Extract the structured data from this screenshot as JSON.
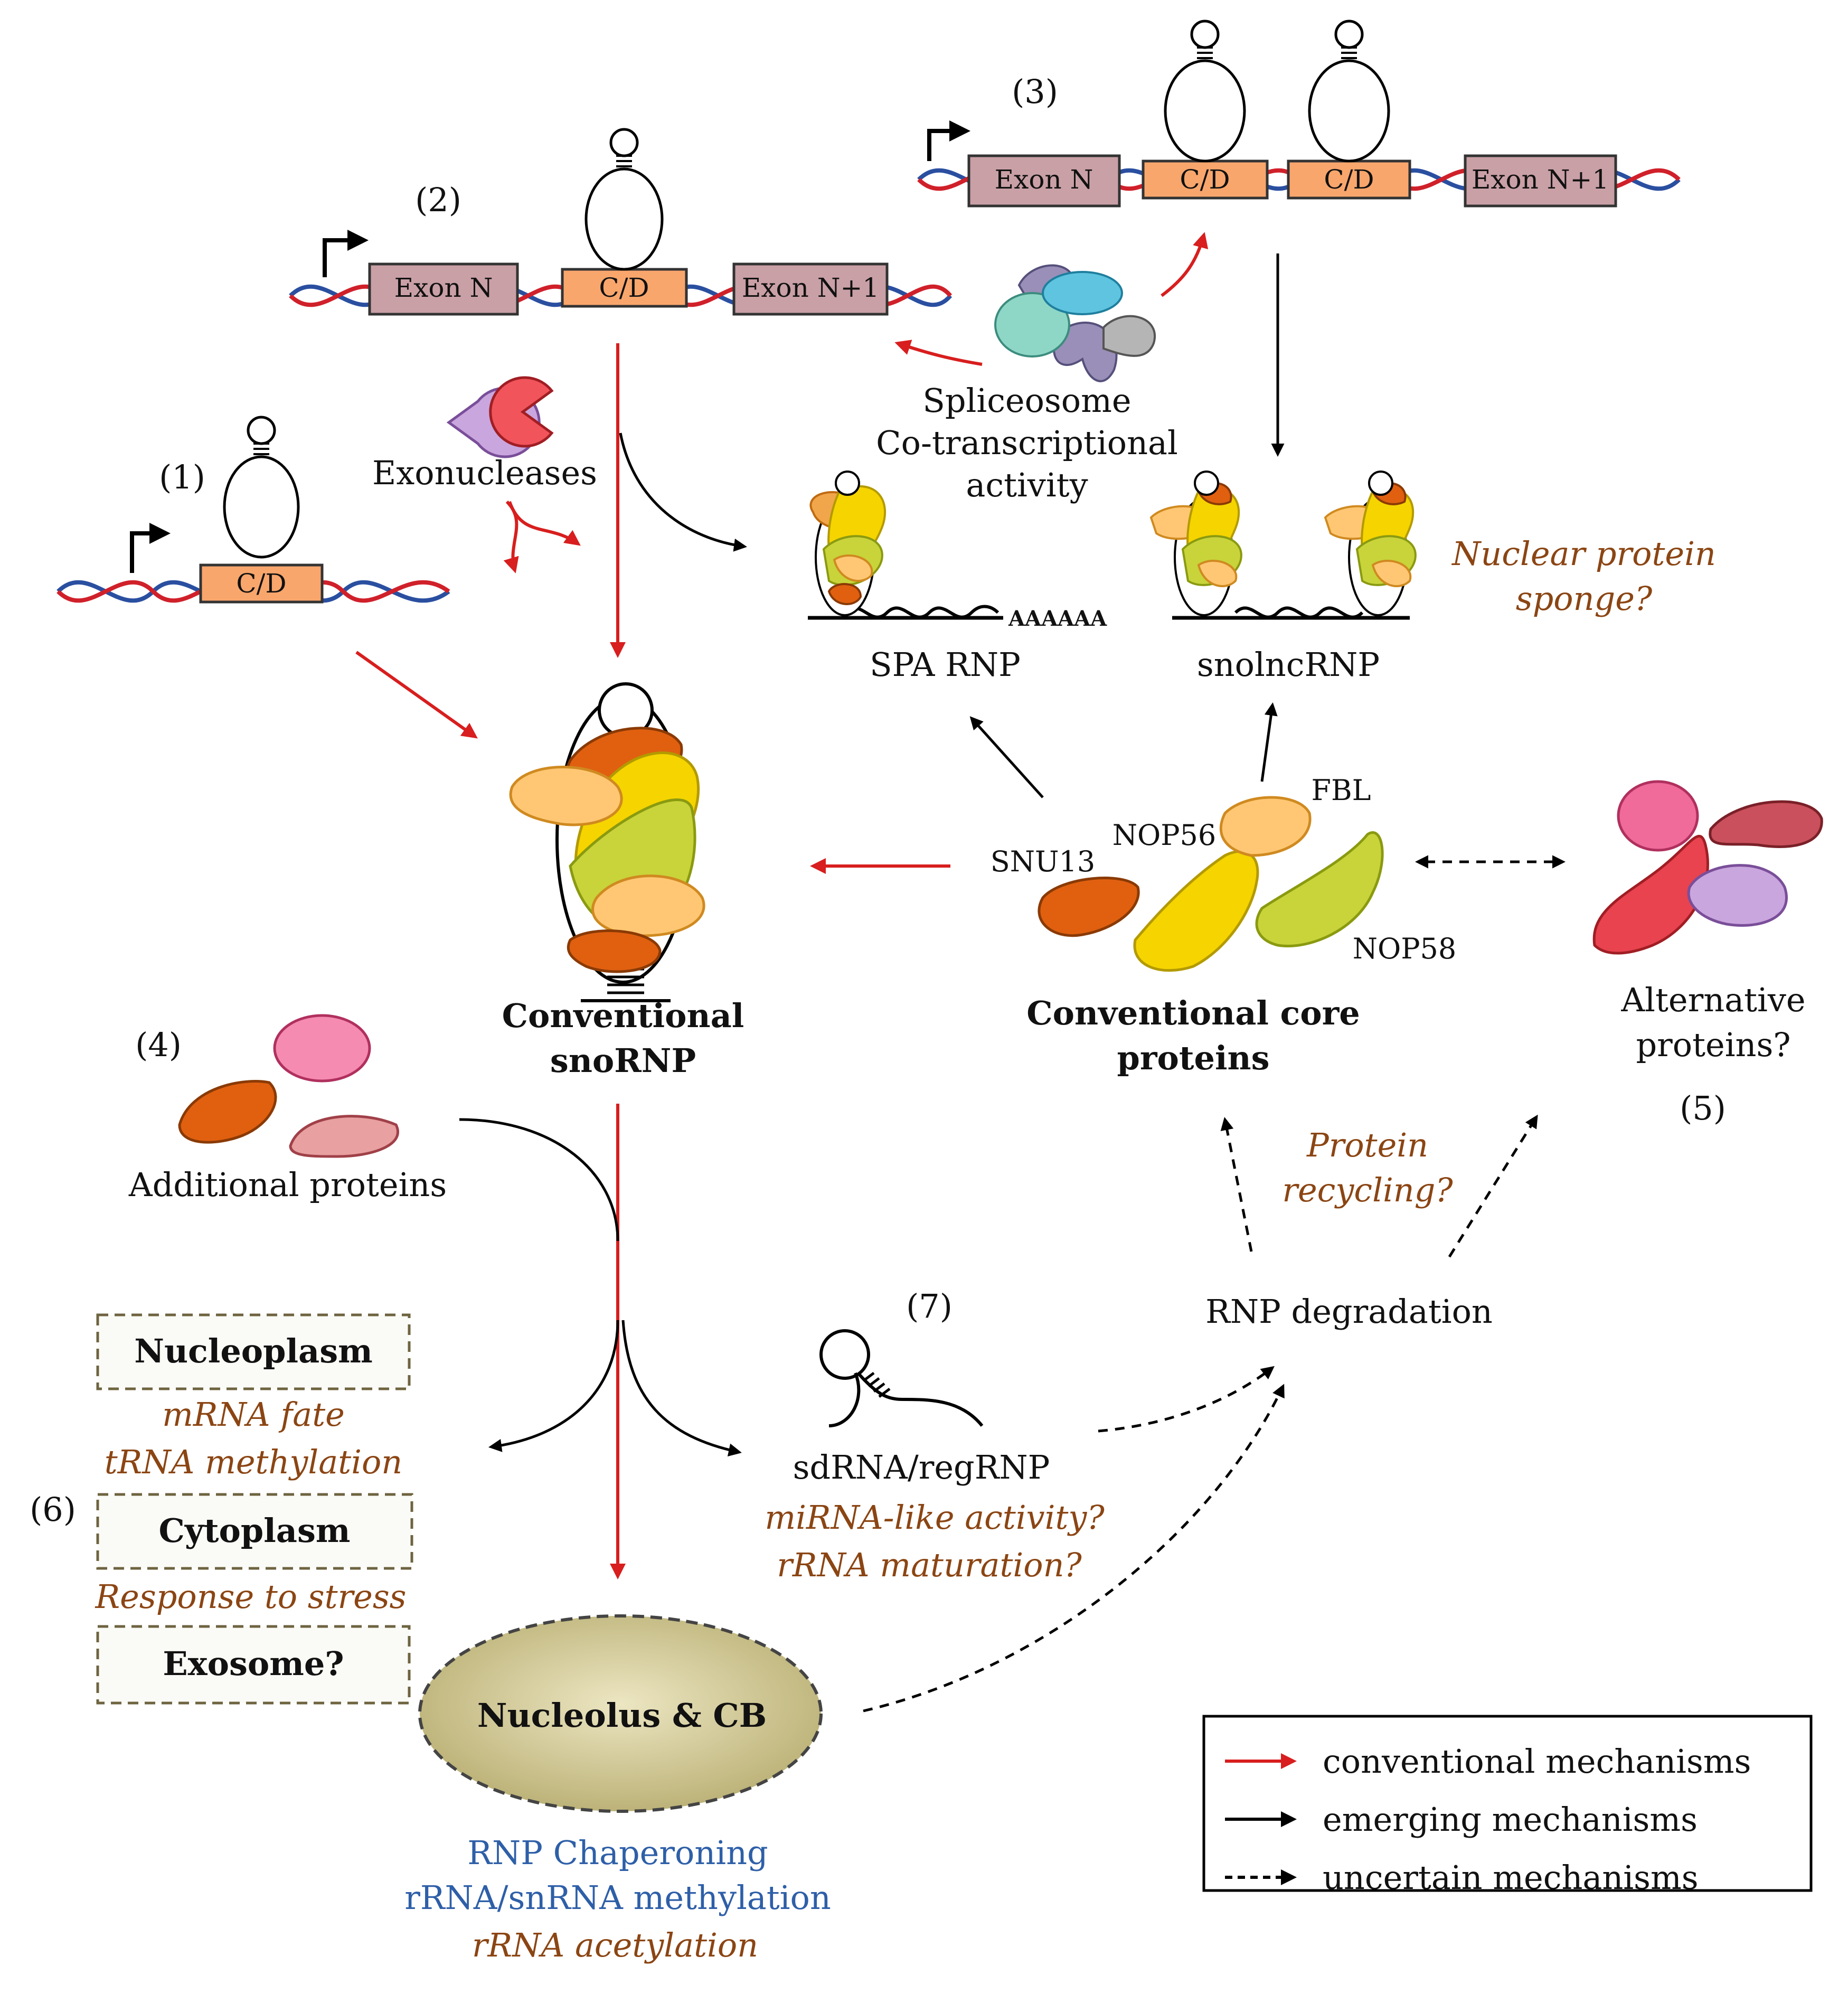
{
  "pathways": {
    "p1": "(1)",
    "p2": "(2)",
    "p3": "(3)",
    "p4": "(4)",
    "p5": "(5)",
    "p6": "(6)",
    "p7": "(7)"
  },
  "genes": {
    "cd": "C/D",
    "exon_n": "Exon N",
    "exon_n1": "Exon N+1"
  },
  "exonucleases": "Exonucleases",
  "spliceosome": {
    "line1": "Spliceosome",
    "line2": "Co-transcriptional",
    "line3": "activity"
  },
  "spa": {
    "label": "SPA RNP",
    "polyA": "AAAAAA"
  },
  "snolnc": {
    "label": "snolncRNP",
    "q1": "Nuclear protein",
    "q2": "sponge?"
  },
  "conventional_snornp": {
    "line1": "Conventional",
    "line2": "snoRNP"
  },
  "core_proteins": {
    "fbl": "FBL",
    "nop56": "NOP56",
    "snu13": "SNU13",
    "nop58": "NOP58",
    "line1": "Conventional core",
    "line2": "proteins"
  },
  "alternative": {
    "line1": "Alternative",
    "line2": "proteins?"
  },
  "additional": "Additional proteins",
  "recycling": {
    "line1": "Protein",
    "line2": "recycling?"
  },
  "degradation": "RNP degradation",
  "compartments": {
    "nucleoplasm": "Nucleoplasm",
    "nucleoplasm_f1": "mRNA fate",
    "nucleoplasm_f2": "tRNA methylation",
    "cytoplasm": "Cytoplasm",
    "cytoplasm_f1": "Response to stress",
    "exosome": "Exosome?"
  },
  "sdrna": {
    "label": "sdRNA/regRNP",
    "f1": "miRNA-like activity?",
    "f2": "rRNA maturation?"
  },
  "nucleolus": {
    "label": "Nucleolus & CB",
    "f1": "RNP Chaperoning",
    "f2": "rRNA/snRNA methylation",
    "f3": "rRNA acetylation"
  },
  "legend": {
    "conventional": "conventional mechanisms",
    "emerging": "emerging mechanisms",
    "uncertain": "uncertain mechanisms"
  },
  "colors": {
    "conventional_arrow": "#D81E1E",
    "emerging_arrow": "#000000",
    "cd_box": "#F9A66C",
    "exon_box": "#C9A0A6",
    "brown_text": "#8B4513",
    "blue_text": "#2E5FA8",
    "nucleolus_fill": "#C8C08A"
  }
}
